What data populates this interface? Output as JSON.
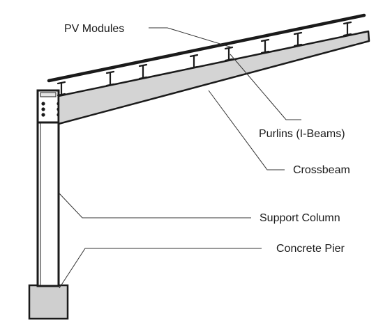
{
  "diagram": {
    "labels": {
      "pv_modules": "PV Modules",
      "purlins": "Purlins (I-Beams)",
      "crossbeam": "Crossbeam",
      "support_column": "Support Column",
      "concrete_pier": "Concrete Pier"
    },
    "colors": {
      "stroke": "#1a1a1a",
      "beam_fill": "#d4d4d4",
      "pier_fill": "#cfcfcf",
      "column_fill": "#ffffff",
      "leader_line": "#333333"
    }
  }
}
